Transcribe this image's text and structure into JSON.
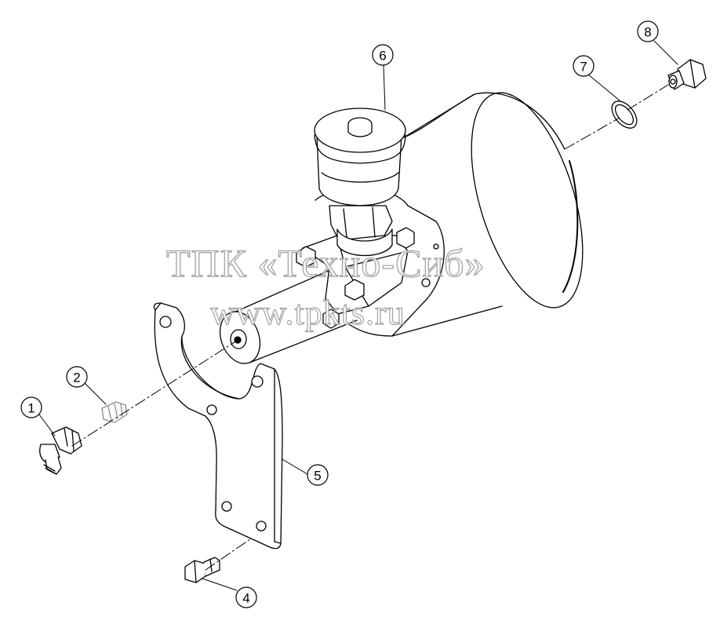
{
  "callouts": [
    {
      "number": "1",
      "part": "elbow-fitting"
    },
    {
      "number": "2",
      "part": "adapter-nipple"
    },
    {
      "number": "4",
      "part": "bolt"
    },
    {
      "number": "5",
      "part": "mounting-bracket"
    },
    {
      "number": "6",
      "part": "master-cylinder-with-reservoir"
    },
    {
      "number": "7",
      "part": "sealing-washer"
    },
    {
      "number": "8",
      "part": "union-fitting"
    }
  ],
  "watermark": {
    "line1": "ТПК «Техно-Сиб»",
    "line2": "www.tpkts.ru"
  },
  "colors": {
    "line": "#000000",
    "background": "#ffffff",
    "watermark_outline": "#9a9a9a"
  }
}
